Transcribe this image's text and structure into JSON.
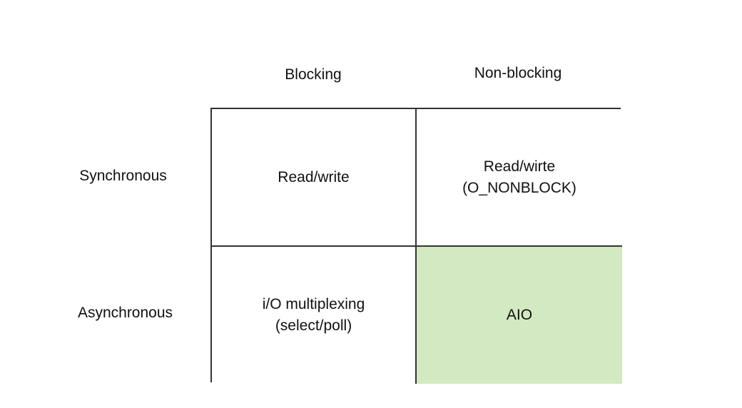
{
  "columns": [
    "Blocking",
    "Non-blocking"
  ],
  "rows": [
    "Synchronous",
    "Asynchronous"
  ],
  "cells": {
    "sync_blocking": "Read/write",
    "sync_nonblocking": "Read/wirte\n(O_NONBLOCK)",
    "async_blocking": "i/O multiplexing\n(select/poll)",
    "async_nonblocking": "AIO"
  },
  "colors": {
    "highlight": "#d3e9c1",
    "border": "#333333"
  }
}
